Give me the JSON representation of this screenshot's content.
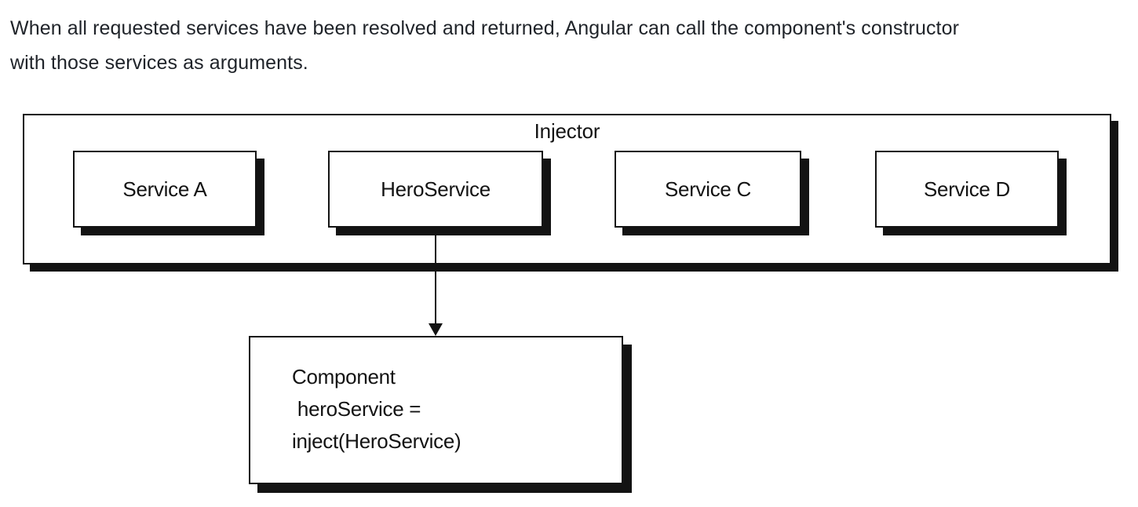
{
  "colors": {
    "ink": "#131313",
    "page_bg": "#ffffff",
    "paragraph_text": "#1f2329"
  },
  "paragraph": {
    "lines": [
      "When all requested services have been resolved and returned, Angular can call the component's constructor",
      "with those services as arguments."
    ]
  },
  "diagram": {
    "injector_label": "Injector",
    "services": [
      "Service A",
      "HeroService",
      "Service C",
      "Service D"
    ],
    "component": {
      "lines": [
        "Component",
        " heroService =",
        "inject(HeroService)"
      ]
    }
  }
}
